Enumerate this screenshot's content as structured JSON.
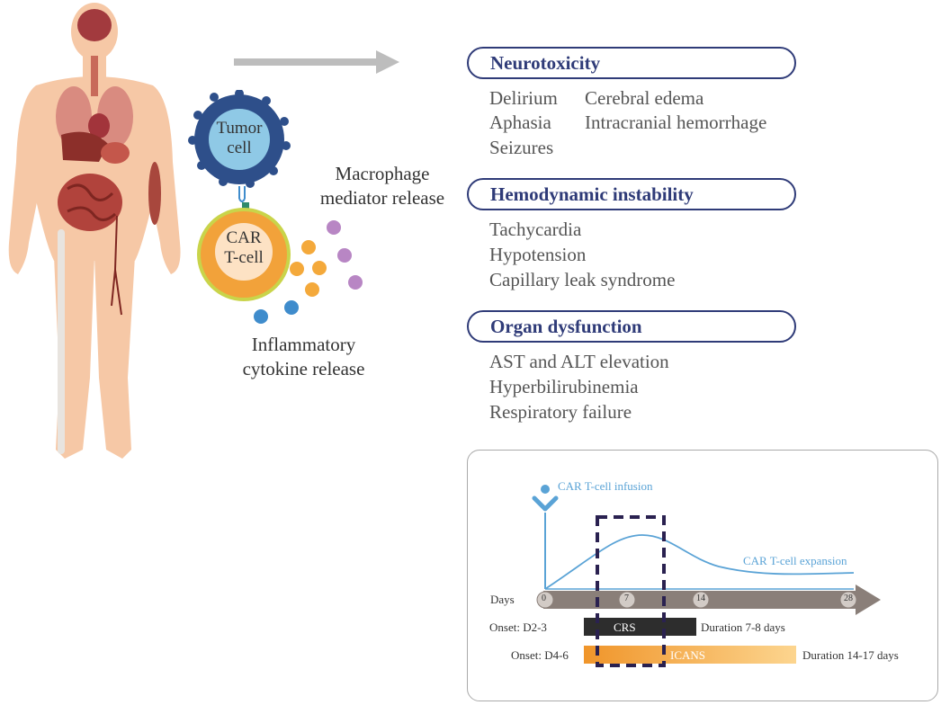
{
  "arrow_color": "#bdbdbd",
  "cell_labels": {
    "tumor": "Tumor\ncell",
    "car": "CAR\nT-cell"
  },
  "macrophage_label": "Macrophage\nmediator release",
  "cytokine_label": "Inflammatory\ncytokine release",
  "sections": [
    {
      "title": "Neurotoxicity",
      "items_col1": [
        "Delirium",
        "Aphasia",
        "Seizures"
      ],
      "items_col2": [
        "Cerebral edema",
        "Intracranial hemorrhage"
      ]
    },
    {
      "title": "Hemodynamic instability",
      "items_col1": [
        "Tachycardia",
        "Hypotension",
        "Capillary leak syndrome"
      ],
      "items_col2": []
    },
    {
      "title": "Organ dysfunction",
      "items_col1": [
        "AST and ALT elevation",
        "Hyperbilirubinemia",
        "Respiratory failure"
      ],
      "items_col2": []
    }
  ],
  "timeline": {
    "infusion_label": "CAR T-cell infusion",
    "expansion_label": "CAR T-cell expansion",
    "days_label": "Days",
    "ticks": [
      "0",
      "7",
      "14",
      "28"
    ],
    "crs": {
      "onset": "Onset: D2-3",
      "label": "CRS",
      "duration": "Duration 7-8 days"
    },
    "icans": {
      "onset": "Onset: D4-6",
      "label": "ICANS",
      "duration": "Duration 14-17 days"
    }
  },
  "colors": {
    "header": "#2f3b78",
    "tumor_outer": "#2e4f8a",
    "tumor_inner": "#8fc9e6",
    "car_outer": "#f2a23a",
    "car_ring": "#c9d44a",
    "car_inner": "#fde2c4",
    "orange_dot": "#f4a93b",
    "purple_dot": "#b886c4",
    "blue_dot": "#3f8ccc",
    "crs_bar": "#2d2d2d",
    "icans_bar": "#f5a640",
    "curve": "#5aa3d6",
    "days_arrow": "#8a7f79"
  }
}
